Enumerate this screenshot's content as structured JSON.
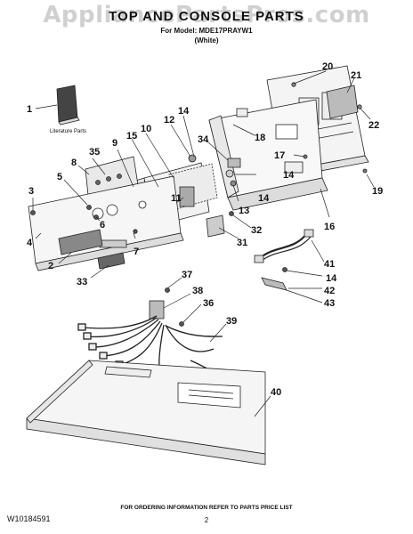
{
  "watermark": "AppliancePartsPros.com",
  "header": {
    "title": "TOP AND CONSOLE PARTS",
    "model_line": "For Model: MDE17PRAYW1",
    "color_line": "(White)"
  },
  "literature_label": "Literature Parts",
  "callouts": [
    "1",
    "2",
    "3",
    "4",
    "5",
    "6",
    "7",
    "8",
    "9",
    "10",
    "11",
    "12",
    "13",
    "14",
    "14",
    "14",
    "14",
    "15",
    "16",
    "17",
    "18",
    "19",
    "20",
    "21",
    "22",
    "31",
    "32",
    "33",
    "34",
    "35",
    "36",
    "37",
    "38",
    "39",
    "40",
    "41",
    "42",
    "43"
  ],
  "footer": {
    "doc_number": "W10184591",
    "ordering_note": "FOR ORDERING INFORMATION REFER TO PARTS PRICE LIST",
    "page_number": "2"
  }
}
